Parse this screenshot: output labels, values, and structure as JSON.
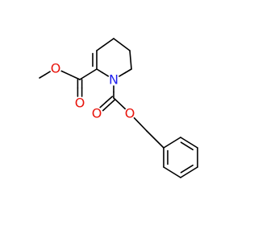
{
  "molecule": {
    "atoms": [
      {
        "id": "o_ether_methyl",
        "symbol": "O",
        "color": "#e8140c"
      },
      {
        "id": "o_carbonyl_ester",
        "symbol": "O",
        "color": "#e8140c"
      },
      {
        "id": "n_ring",
        "symbol": "N",
        "color": "#2222ee"
      },
      {
        "id": "o_carbonyl_carbamate",
        "symbol": "O",
        "color": "#e8140c"
      },
      {
        "id": "o_ether_benzyl",
        "symbol": "O",
        "color": "#e8140c"
      }
    ]
  }
}
